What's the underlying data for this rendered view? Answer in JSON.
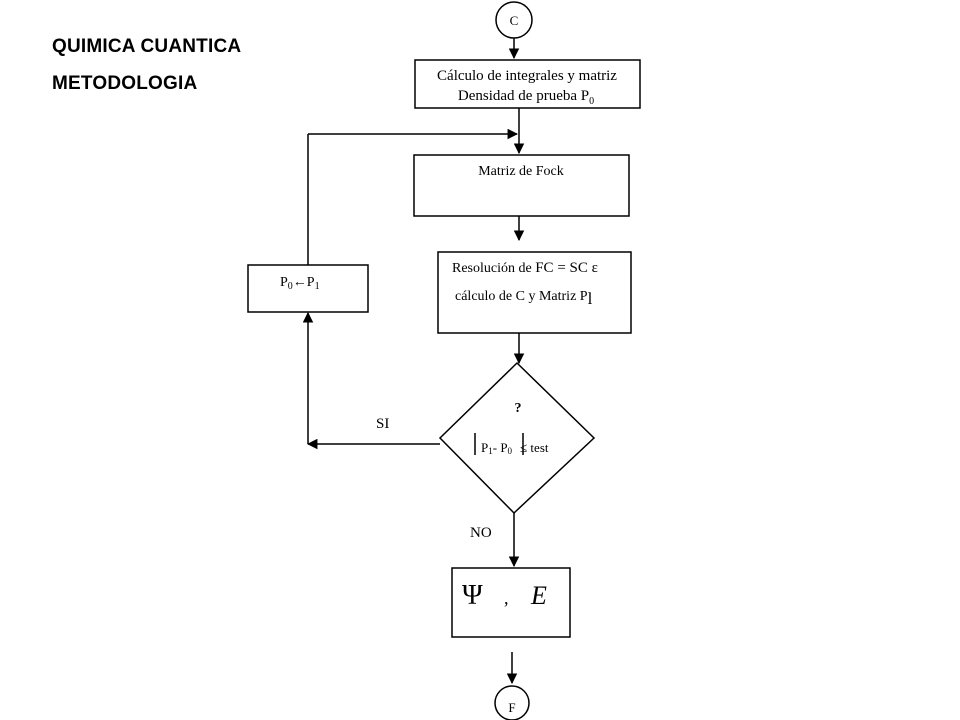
{
  "header": {
    "title": "QUIMICA CUANTICA",
    "subtitle": "METODOLOGIA"
  },
  "flowchart": {
    "start": "C",
    "init_line1": "Cálculo de integrales y matriz",
    "init_line2": "Densidad de prueba P",
    "init_sub": "0",
    "fock": "Matriz de Fock",
    "solve_prefix": "Resolución  de ",
    "solve_equation": "FC = SC ε",
    "solve_line2": "cálculo de C  y  Matriz P",
    "solve_sub": "l",
    "update_p0": "P",
    "update_sub0": "0",
    "update_arrow": "←",
    "update_p1": "P",
    "update_sub1": "1",
    "decision_question": "?",
    "decision_p1": "P",
    "decision_sub1": "1",
    "decision_minus": "- P",
    "decision_sub0": "0",
    "decision_test": "≤ test",
    "yes_label": "SI",
    "no_label": "NO",
    "result_psi": "Ψ",
    "result_comma": ",",
    "result_e": "E",
    "end": "F"
  }
}
